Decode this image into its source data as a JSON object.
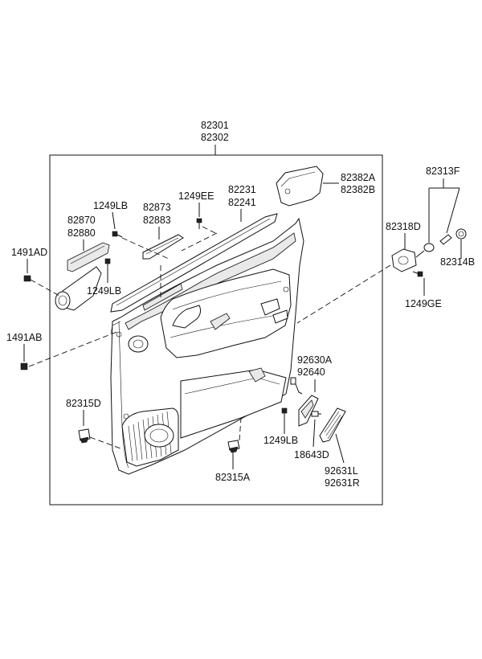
{
  "labels": {
    "panel_a": "82301",
    "panel_b": "82302",
    "handle_cap_a": "82382A",
    "handle_cap_b": "82382B",
    "screw_f": "82313F",
    "bracket_d": "82318D",
    "screw_b": "82314B",
    "bolt_ge": "1249GE",
    "clip_ad": "1491AD",
    "clip_ab": "1491AB",
    "grille_a": "82870",
    "grille_b": "82880",
    "bolt_lb_top": "1249LB",
    "bolt_lb_mid": "1249LB",
    "bolt_lb_low": "1249LB",
    "pad_a": "82873",
    "pad_b": "82883",
    "bolt_ee": "1249EE",
    "strip_a": "82231",
    "strip_b": "82241",
    "pocket_d": "82315D",
    "pocket_a": "82315A",
    "lamp_a": "92630A",
    "lamp_b": "92640",
    "lens_d": "18643D",
    "lamp_l": "92631L",
    "lamp_r": "92631R"
  }
}
